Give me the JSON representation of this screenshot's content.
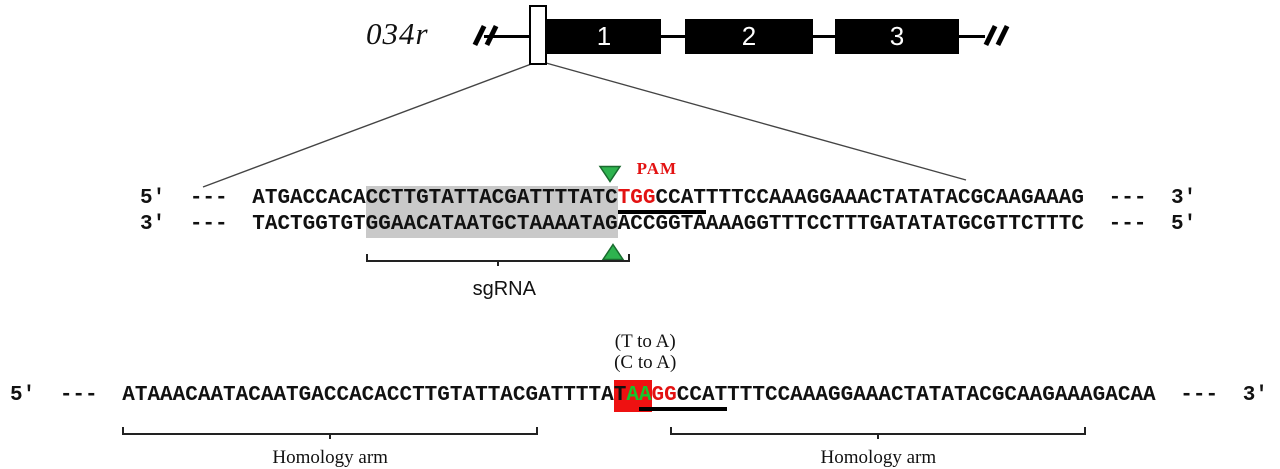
{
  "colors": {
    "accent_red": "#e31212",
    "mutant_green": "#17c42c",
    "triangle_green": "#2eb34f",
    "highlight_gray": "#c9c9c9",
    "stop_codon_box_red": "#ee1111"
  },
  "gene": {
    "name": "034r",
    "exons": [
      {
        "label": "1"
      },
      {
        "label": "2"
      },
      {
        "label": "3"
      }
    ]
  },
  "genomic": {
    "top": {
      "five": "5'",
      "lead_dashes": "---",
      "segments": [
        {
          "t": "ATGACCACA",
          "c": ""
        },
        {
          "t": "CCTTGTATTACGATTTTATC",
          "c": "hl"
        },
        {
          "t": "TGG",
          "c": "pam"
        },
        {
          "t": "CCATTTTCCAAAGGAAACTATATACGCAAGAAAG",
          "c": ""
        }
      ],
      "trail_dashes": "---",
      "three": "3'"
    },
    "bottom": {
      "three": "3'",
      "lead_dashes": "---",
      "segments": [
        {
          "t": "TACTGGTGT",
          "c": ""
        },
        {
          "t": "GGAACATAATGCTAAAATAG",
          "c": "hl"
        },
        {
          "t": "ACCGGTAAAAGGTTTCCTTTGATATATGCGTTCTTTC",
          "c": ""
        }
      ],
      "trail_dashes": "---",
      "five": "5'"
    },
    "pam": {
      "label": "PAM",
      "left_ch": 30.5
    },
    "cut_top": {
      "center_ch": 28.4
    },
    "cut_bottom": {
      "center_ch": 28.6
    },
    "underline": {
      "left_ch": 29,
      "width_ch": 7
    },
    "sgrna": {
      "label": "sgRNA",
      "bracket_left_ch": 9,
      "bracket_width_ch": 21,
      "label_center_ch": 20
    }
  },
  "donor": {
    "five": "5'",
    "three": "3'",
    "lead_dashes": "---",
    "trail_dashes": "---",
    "mutations": {
      "line1": "(T to A)",
      "line2": "(C to A)",
      "center_ch": 41.5
    },
    "segments": [
      {
        "t": "ATAAACAATACAATGACCACACCTTGTATTACGATTTTA",
        "c": ""
      },
      {
        "t": "T",
        "c": "boxT"
      },
      {
        "t": "AA",
        "c": "boxA"
      },
      {
        "t": "GG",
        "c": "red"
      },
      {
        "t": "CCATTTTCCAAAGGAAACTATATACGCAAGAAAGACAA",
        "c": ""
      }
    ],
    "underline": {
      "left_ch": 41,
      "width_ch": 7
    },
    "arms": [
      {
        "label": "Homology arm",
        "left_ch": 0,
        "width_ch": 33
      },
      {
        "label": "Homology arm",
        "left_ch": 43.5,
        "width_ch": 33
      }
    ]
  }
}
